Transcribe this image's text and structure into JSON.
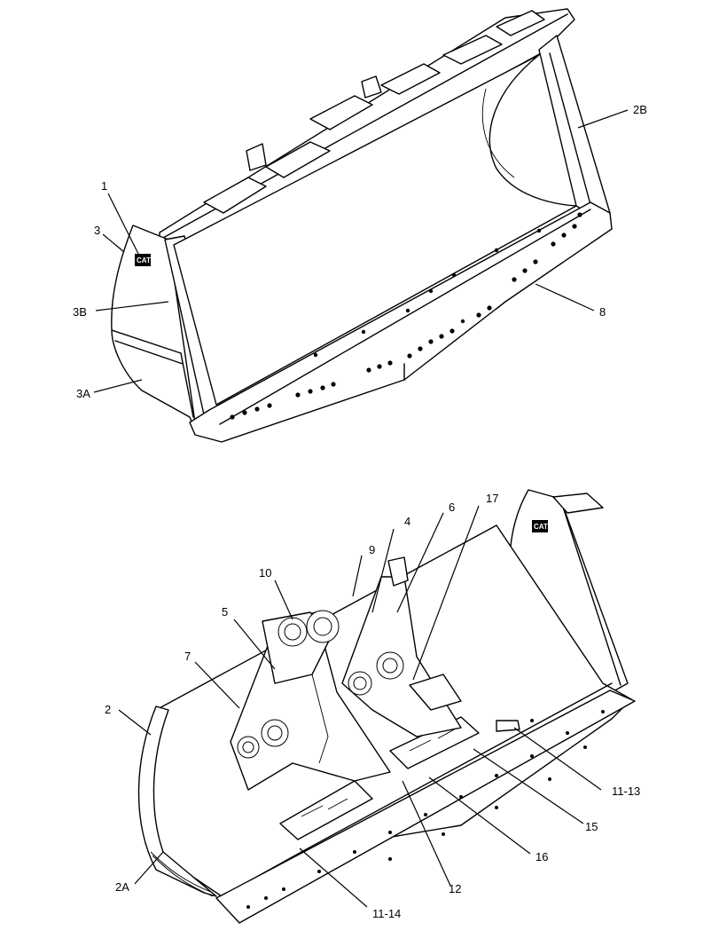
{
  "diagram": {
    "callouts": {
      "c1": "1",
      "c3": "3",
      "c3b": "3B",
      "c3a": "3A",
      "c2b": "2B",
      "c8": "8",
      "c17": "17",
      "c6": "6",
      "c4": "4",
      "c9": "9",
      "c10": "10",
      "c5": "5",
      "c7": "7",
      "c2": "2",
      "c2a": "2A",
      "c11_13": "11-13",
      "c15": "15",
      "c16": "16",
      "c12": "12",
      "c11_14": "11-14"
    },
    "logo_text": "CAT"
  }
}
